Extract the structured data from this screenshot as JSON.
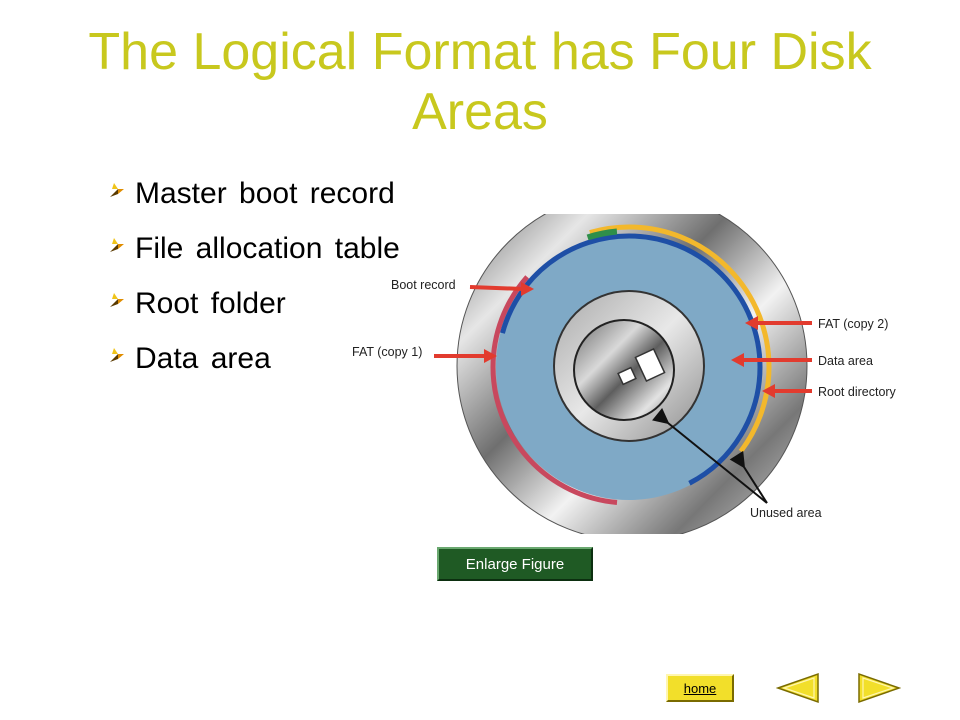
{
  "slide": {
    "title": "The Logical Format has Four Disk Areas",
    "title_color": "#c8c81e",
    "bullets": [
      {
        "text": "Master boot record"
      },
      {
        "text": "File allocation table"
      },
      {
        "text": "Root folder"
      },
      {
        "text": "Data area"
      }
    ]
  },
  "figure": {
    "labels": {
      "boot_record": "Boot record",
      "fat_copy1": "FAT (copy 1)",
      "fat_copy2": "FAT (copy 2)",
      "data_area": "Data area",
      "root_directory": "Root directory",
      "unused_area": "Unused area"
    },
    "colors": {
      "data_area": "#7fa9c6",
      "fat_copy1": "#c8485e",
      "fat_copy2": "#1e4fa6",
      "boot_record": "#2f8f4a",
      "root_directory": "#f3b82c",
      "arrow": "#e23b2e"
    }
  },
  "controls": {
    "enlarge_label": "Enlarge Figure",
    "enlarge_color": "#1f5a24",
    "home_label": "home",
    "home_color": "#f2df2a",
    "nav_arrow_color": "#f2df2a"
  }
}
